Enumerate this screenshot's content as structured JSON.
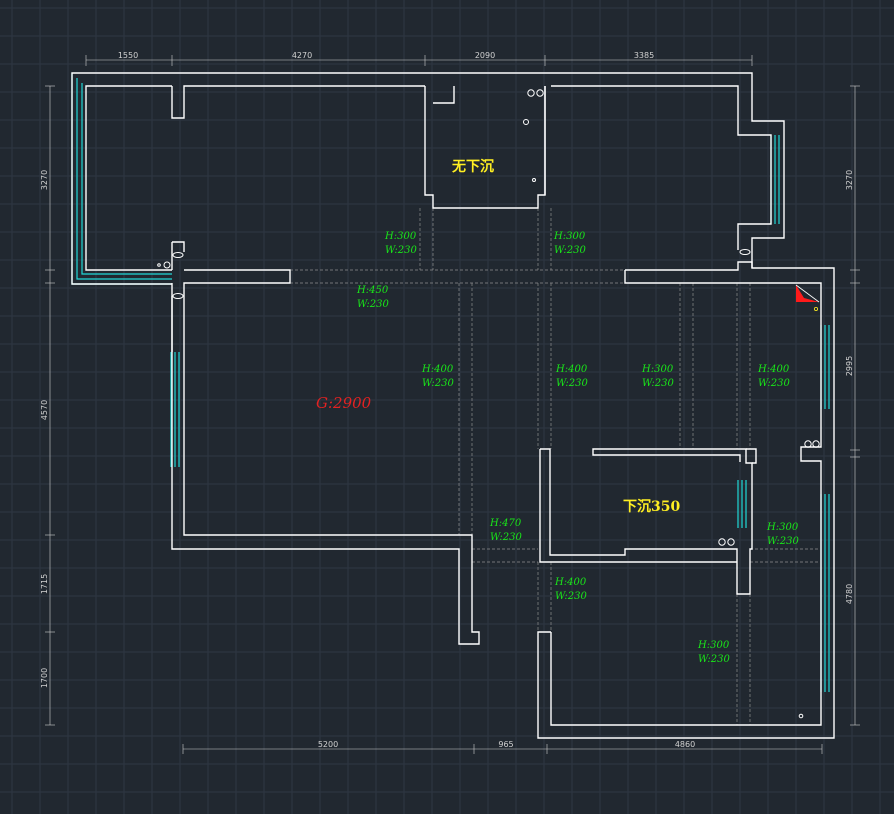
{
  "colors": {
    "background": "#212830",
    "grid": "#2e3743",
    "wall": "#ffffff",
    "window": "#20d8d8",
    "dimension": "#cfcfcf",
    "beam_dash": "#8e8e8e",
    "beam_text": "#19e619",
    "zone_text": "#ffef22",
    "ceiling_text": "#e22222",
    "marker": "#ff1a1a"
  },
  "dimensions": {
    "top": [
      "1550",
      "4270",
      "2090",
      "3385"
    ],
    "bottom": [
      "5200",
      "965",
      "4860"
    ],
    "left": [
      "3270",
      "4570",
      "1715",
      "1700"
    ],
    "right": [
      "3270",
      "2995",
      "4780"
    ]
  },
  "zones": {
    "no_sink": "无下沉",
    "sink": "下沉350"
  },
  "ceiling_height": "G:2900",
  "beams": [
    {
      "h": "H:300",
      "w": "W:230"
    },
    {
      "h": "H:300",
      "w": "W:230"
    },
    {
      "h": "H:450",
      "w": "W:230"
    },
    {
      "h": "H:400",
      "w": "W:230"
    },
    {
      "h": "H:400",
      "w": "W:230"
    },
    {
      "h": "H:300",
      "w": "W:230"
    },
    {
      "h": "H:400",
      "w": "W:230"
    },
    {
      "h": "H:470",
      "w": "W:230"
    },
    {
      "h": "H:300",
      "w": "W:230"
    },
    {
      "h": "H:400",
      "w": "W:230"
    },
    {
      "h": "H:300",
      "w": "W:230"
    }
  ]
}
